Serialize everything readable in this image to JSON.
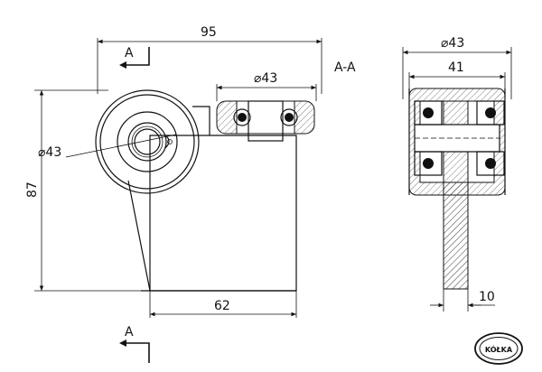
{
  "section_label": "A-A",
  "cut_marker": "A",
  "dimensions": {
    "overall_width": "95",
    "wheel_diameter_side": "⌀43",
    "wheel_diameter_front": "⌀43",
    "height": "87",
    "base_width": "62",
    "section_diameter": "⌀43",
    "section_width": "41",
    "plate_thickness": "10"
  },
  "logo_text": "KÓŁKA"
}
